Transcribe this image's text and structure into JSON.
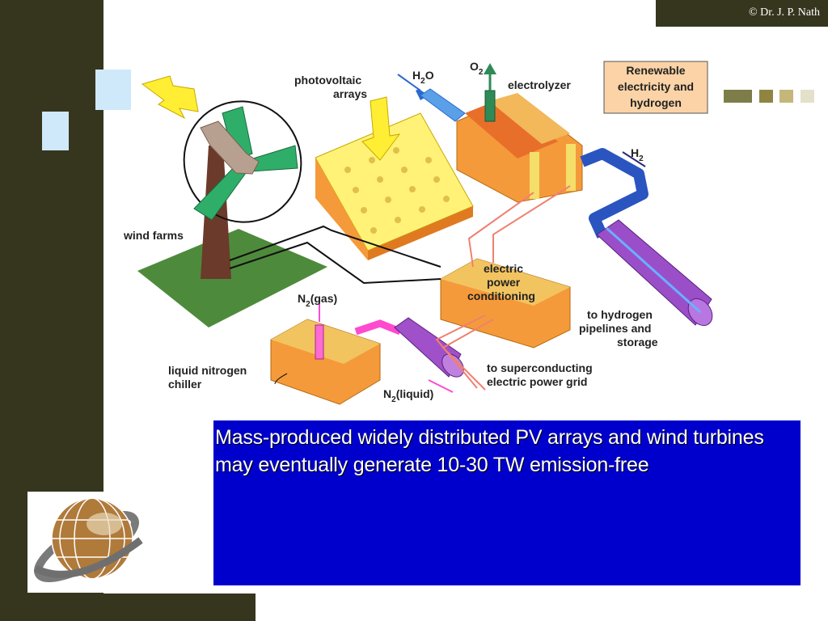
{
  "header": {
    "copyright": "© Dr. J. P. Nath"
  },
  "slide": {
    "caption": "Mass-produced widely distributed PV arrays and wind turbines may eventually generate 10-30 TW emission-free"
  },
  "diagram": {
    "labels": {
      "h2o_left": "H",
      "h2o_sub": "2",
      "h2o_right": "O",
      "o2": "O",
      "o2_sub": "2",
      "electrolyzer": "electrolyzer",
      "pv_line1": "photovoltaic",
      "pv_line2": "arrays",
      "h2": "H",
      "h2_sub": "2",
      "wind_farms": "wind farms",
      "epc_line1": "electric",
      "epc_line2": "power",
      "epc_line3": "conditioning",
      "n2gas_n": "N",
      "n2gas_sub": "2",
      "n2gas_rest": "(gas)",
      "hp_line1": "to hydrogen",
      "hp_line2": "pipelines and",
      "hp_line3": "storage",
      "lnc_line1": "liquid nitrogen",
      "lnc_line2": "chiller",
      "sc_line1": "to superconducting",
      "sc_line2": "electric power grid",
      "n2liq_n": "N",
      "n2liq_sub": "2",
      "n2liq_rest": "(liquid)",
      "box_line1": "Renewable",
      "box_line2": "electricity and",
      "box_line3": "hydrogen"
    }
  },
  "colors": {
    "sidebar": "#36361f",
    "caption_bg": "#0000cc",
    "accent_squares": "#cfe9fb",
    "dots": [
      "#7d7d4a",
      "#8f8540",
      "#c4b779",
      "#e5e0cb"
    ]
  },
  "icons": {
    "logo": "globe-logo-icon"
  }
}
